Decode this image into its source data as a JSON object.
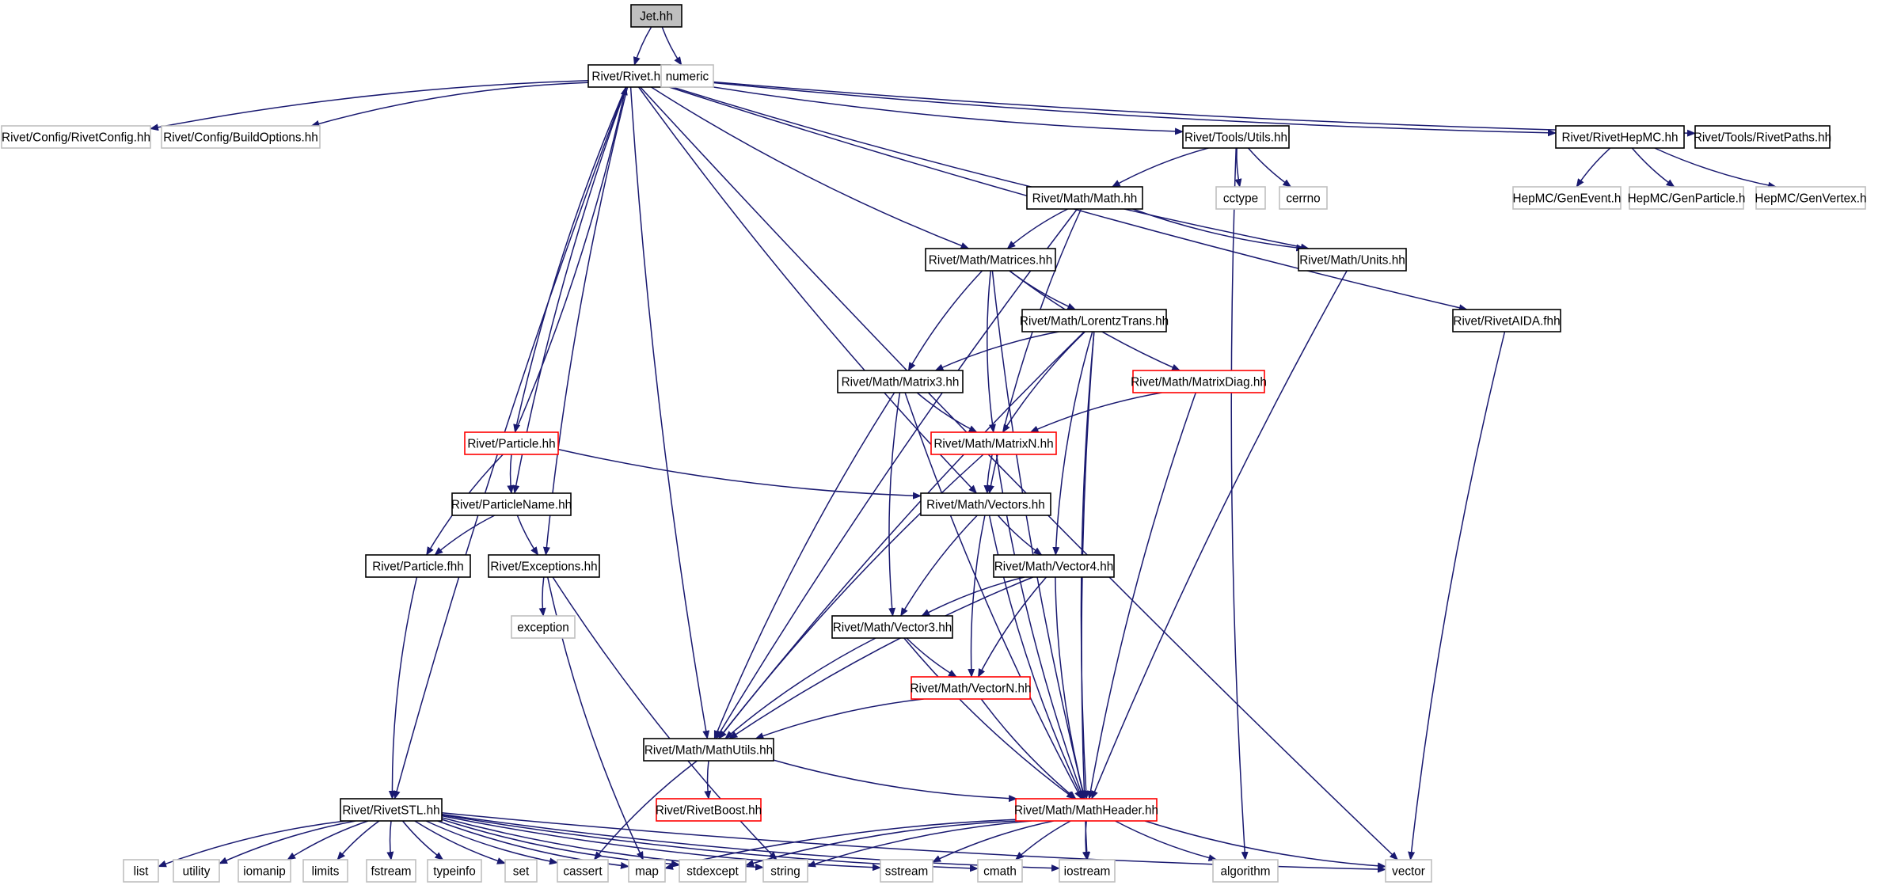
{
  "colors": {
    "edge": "#191970",
    "root_fill": "#bfbfbf",
    "documented_border": "#000000",
    "external_border": "#bfbfbf",
    "truncated_border": "#ff0000"
  },
  "nodes": [
    {
      "id": "jet",
      "label": "Jet.hh",
      "kind": "root"
    },
    {
      "id": "rivet",
      "label": "Rivet/Rivet.hh",
      "kind": "documented"
    },
    {
      "id": "numeric",
      "label": "numeric",
      "kind": "external"
    },
    {
      "id": "rivetconfig",
      "label": "Rivet/Config/RivetConfig.hh",
      "kind": "external"
    },
    {
      "id": "buildoptions",
      "label": "Rivet/Config/BuildOptions.hh",
      "kind": "external"
    },
    {
      "id": "toolsutils",
      "label": "Rivet/Tools/Utils.hh",
      "kind": "documented"
    },
    {
      "id": "rivethepmc",
      "label": "Rivet/RivetHepMC.hh",
      "kind": "documented"
    },
    {
      "id": "rivetpaths",
      "label": "Rivet/Tools/RivetPaths.hh",
      "kind": "documented"
    },
    {
      "id": "cctype",
      "label": "cctype",
      "kind": "external"
    },
    {
      "id": "cerrno",
      "label": "cerrno",
      "kind": "external"
    },
    {
      "id": "genevent",
      "label": "HepMC/GenEvent.h",
      "kind": "external"
    },
    {
      "id": "genparticle",
      "label": "HepMC/GenParticle.h",
      "kind": "external"
    },
    {
      "id": "genvertex",
      "label": "HepMC/GenVertex.h",
      "kind": "external"
    },
    {
      "id": "math",
      "label": "Rivet/Math/Math.hh",
      "kind": "documented"
    },
    {
      "id": "matrices",
      "label": "Rivet/Math/Matrices.hh",
      "kind": "documented"
    },
    {
      "id": "units",
      "label": "Rivet/Math/Units.hh",
      "kind": "documented"
    },
    {
      "id": "lorentz",
      "label": "Rivet/Math/LorentzTrans.hh",
      "kind": "documented"
    },
    {
      "id": "rivetaida",
      "label": "Rivet/RivetAIDA.fhh",
      "kind": "documented"
    },
    {
      "id": "matrix3",
      "label": "Rivet/Math/Matrix3.hh",
      "kind": "documented"
    },
    {
      "id": "matrixdiag",
      "label": "Rivet/Math/MatrixDiag.hh",
      "kind": "truncated"
    },
    {
      "id": "particle",
      "label": "Rivet/Particle.hh",
      "kind": "truncated"
    },
    {
      "id": "matrixn",
      "label": "Rivet/Math/MatrixN.hh",
      "kind": "truncated"
    },
    {
      "id": "particlename",
      "label": "Rivet/ParticleName.hh",
      "kind": "documented"
    },
    {
      "id": "vectors",
      "label": "Rivet/Math/Vectors.hh",
      "kind": "documented"
    },
    {
      "id": "particlefhh",
      "label": "Rivet/Particle.fhh",
      "kind": "documented"
    },
    {
      "id": "exceptions",
      "label": "Rivet/Exceptions.hh",
      "kind": "documented"
    },
    {
      "id": "vector4",
      "label": "Rivet/Math/Vector4.hh",
      "kind": "documented"
    },
    {
      "id": "exception",
      "label": "exception",
      "kind": "external"
    },
    {
      "id": "vector3",
      "label": "Rivet/Math/Vector3.hh",
      "kind": "documented"
    },
    {
      "id": "vectorn",
      "label": "Rivet/Math/VectorN.hh",
      "kind": "truncated"
    },
    {
      "id": "mathutils",
      "label": "Rivet/Math/MathUtils.hh",
      "kind": "documented"
    },
    {
      "id": "rivetboost",
      "label": "Rivet/RivetBoost.hh",
      "kind": "truncated"
    },
    {
      "id": "rivetstl",
      "label": "Rivet/RivetSTL.hh",
      "kind": "documented"
    },
    {
      "id": "mathheader",
      "label": "Rivet/Math/MathHeader.hh",
      "kind": "truncated"
    },
    {
      "id": "list",
      "label": "list",
      "kind": "external"
    },
    {
      "id": "utility",
      "label": "utility",
      "kind": "external"
    },
    {
      "id": "iomanip",
      "label": "iomanip",
      "kind": "external"
    },
    {
      "id": "limits",
      "label": "limits",
      "kind": "external"
    },
    {
      "id": "fstream",
      "label": "fstream",
      "kind": "external"
    },
    {
      "id": "typeinfo",
      "label": "typeinfo",
      "kind": "external"
    },
    {
      "id": "set",
      "label": "set",
      "kind": "external"
    },
    {
      "id": "cassert",
      "label": "cassert",
      "kind": "external"
    },
    {
      "id": "map",
      "label": "map",
      "kind": "external"
    },
    {
      "id": "stdexcept",
      "label": "stdexcept",
      "kind": "external"
    },
    {
      "id": "string",
      "label": "string",
      "kind": "external"
    },
    {
      "id": "sstream",
      "label": "sstream",
      "kind": "external"
    },
    {
      "id": "cmath",
      "label": "cmath",
      "kind": "external"
    },
    {
      "id": "iostream",
      "label": "iostream",
      "kind": "external"
    },
    {
      "id": "algorithm",
      "label": "algorithm",
      "kind": "external"
    },
    {
      "id": "vector",
      "label": "vector",
      "kind": "external"
    }
  ],
  "edges": [
    [
      "jet",
      "rivet"
    ],
    [
      "jet",
      "numeric"
    ],
    [
      "rivet",
      "rivetconfig"
    ],
    [
      "rivet",
      "buildoptions"
    ],
    [
      "rivet",
      "toolsutils"
    ],
    [
      "rivet",
      "rivethepmc"
    ],
    [
      "rivet",
      "rivetpaths"
    ],
    [
      "rivet",
      "units"
    ],
    [
      "rivet",
      "matrices"
    ],
    [
      "rivet",
      "vectors"
    ],
    [
      "rivet",
      "rivetaida"
    ],
    [
      "rivet",
      "particle"
    ],
    [
      "rivet",
      "particlename"
    ],
    [
      "rivet",
      "exceptions"
    ],
    [
      "rivet",
      "mathutils"
    ],
    [
      "rivet",
      "rivetstl"
    ],
    [
      "rivet",
      "vector"
    ],
    [
      "toolsutils",
      "cctype"
    ],
    [
      "toolsutils",
      "cerrno"
    ],
    [
      "toolsutils",
      "math"
    ],
    [
      "toolsutils",
      "algorithm"
    ],
    [
      "rivethepmc",
      "genevent"
    ],
    [
      "rivethepmc",
      "genparticle"
    ],
    [
      "rivethepmc",
      "genvertex"
    ],
    [
      "math",
      "matrices"
    ],
    [
      "math",
      "units"
    ],
    [
      "math",
      "vectors"
    ],
    [
      "math",
      "mathutils"
    ],
    [
      "matrices",
      "lorentz"
    ],
    [
      "matrices",
      "matrixdiag"
    ],
    [
      "matrices",
      "matrix3"
    ],
    [
      "matrices",
      "matrixn"
    ],
    [
      "matrices",
      "mathheader"
    ],
    [
      "lorentz",
      "matrix3"
    ],
    [
      "lorentz",
      "matrixn"
    ],
    [
      "lorentz",
      "vector4"
    ],
    [
      "lorentz",
      "mathheader"
    ],
    [
      "lorentz",
      "mathutils"
    ],
    [
      "lorentz",
      "iostream"
    ],
    [
      "matrixdiag",
      "matrixn"
    ],
    [
      "matrixdiag",
      "mathheader"
    ],
    [
      "matrix3",
      "matrixn"
    ],
    [
      "matrix3",
      "vector3"
    ],
    [
      "matrix3",
      "mathutils"
    ],
    [
      "matrix3",
      "mathheader"
    ],
    [
      "matrixn",
      "vectors"
    ],
    [
      "matrixn",
      "mathutils"
    ],
    [
      "matrixn",
      "mathheader"
    ],
    [
      "particle",
      "rivet"
    ],
    [
      "particle",
      "particlename"
    ],
    [
      "particle",
      "particlefhh"
    ],
    [
      "particle",
      "vectors"
    ],
    [
      "particlename",
      "particlefhh"
    ],
    [
      "particlename",
      "exceptions"
    ],
    [
      "particlefhh",
      "rivetstl"
    ],
    [
      "exceptions",
      "exception"
    ],
    [
      "exceptions",
      "map"
    ],
    [
      "exceptions",
      "string"
    ],
    [
      "vectors",
      "vector4"
    ],
    [
      "vectors",
      "vector3"
    ],
    [
      "vectors",
      "vectorn"
    ],
    [
      "vectors",
      "mathheader"
    ],
    [
      "vector4",
      "vector3"
    ],
    [
      "vector4",
      "vectorn"
    ],
    [
      "vector4",
      "mathutils"
    ],
    [
      "vector4",
      "mathheader"
    ],
    [
      "vector3",
      "vectorn"
    ],
    [
      "vector3",
      "mathutils"
    ],
    [
      "vector3",
      "mathheader"
    ],
    [
      "vectorn",
      "mathutils"
    ],
    [
      "vectorn",
      "mathheader"
    ],
    [
      "mathutils",
      "rivetboost"
    ],
    [
      "mathutils",
      "mathheader"
    ],
    [
      "mathutils",
      "cassert"
    ],
    [
      "rivetaida",
      "vector"
    ],
    [
      "units",
      "mathheader"
    ],
    [
      "mathheader",
      "map"
    ],
    [
      "mathheader",
      "stdexcept"
    ],
    [
      "mathheader",
      "string"
    ],
    [
      "mathheader",
      "sstream"
    ],
    [
      "mathheader",
      "cmath"
    ],
    [
      "mathheader",
      "iostream"
    ],
    [
      "mathheader",
      "algorithm"
    ],
    [
      "mathheader",
      "vector"
    ],
    [
      "rivetstl",
      "list"
    ],
    [
      "rivetstl",
      "utility"
    ],
    [
      "rivetstl",
      "iomanip"
    ],
    [
      "rivetstl",
      "limits"
    ],
    [
      "rivetstl",
      "fstream"
    ],
    [
      "rivetstl",
      "typeinfo"
    ],
    [
      "rivetstl",
      "set"
    ],
    [
      "rivetstl",
      "cassert"
    ],
    [
      "rivetstl",
      "map"
    ],
    [
      "rivetstl",
      "stdexcept"
    ],
    [
      "rivetstl",
      "string"
    ],
    [
      "rivetstl",
      "sstream"
    ],
    [
      "rivetstl",
      "cmath"
    ],
    [
      "rivetstl",
      "iostream"
    ],
    [
      "rivetstl",
      "vector"
    ]
  ]
}
